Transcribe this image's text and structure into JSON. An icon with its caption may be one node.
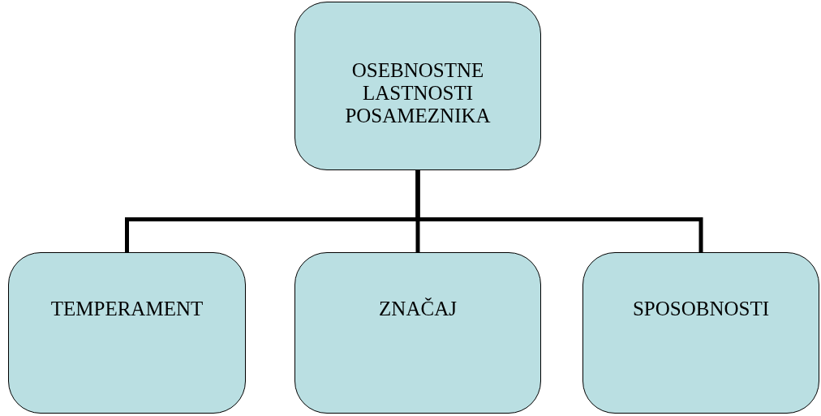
{
  "diagram": {
    "nodes": [
      {
        "text": [
          "OSEBNOSTNE LASTNOSTI POSAMEZNIKA"
        ]
      },
      {
        "text": [
          "TEMPERAMENT"
        ]
      },
      {
        "text": [
          "ZNAČAJ"
        ]
      },
      {
        "text": [
          "SPOSOBNOSTI"
        ]
      }
    ],
    "edges": [
      {
        "from": 0,
        "to": 1,
        "arrow": "none"
      },
      {
        "from": 0,
        "to": 2,
        "arrow": "none"
      },
      {
        "from": 0,
        "to": 3,
        "arrow": "none"
      }
    ]
  }
}
